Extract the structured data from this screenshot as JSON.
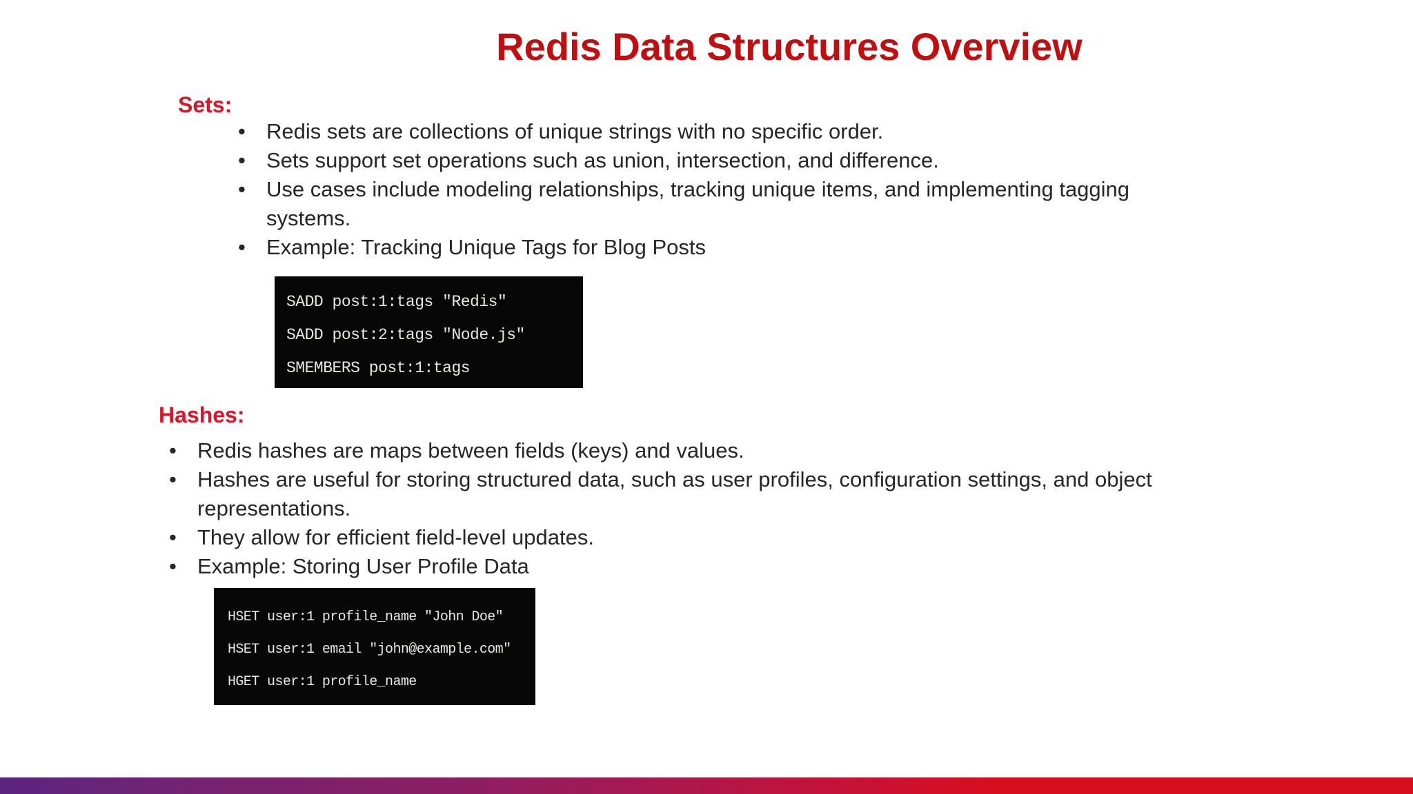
{
  "slide": {
    "title": "Redis Data Structures Overview",
    "sections": [
      {
        "heading": "Sets:",
        "bullets": [
          "Redis sets are collections of unique strings with no specific order.",
          "Sets support set operations such as union, intersection, and difference.",
          "Use cases include modeling relationships, tracking unique items, and implementing tagging systems.",
          "Example: Tracking Unique Tags for Blog Posts"
        ],
        "code": [
          "SADD post:1:tags \"Redis\"",
          "SADD post:2:tags \"Node.js\"",
          "SMEMBERS post:1:tags"
        ]
      },
      {
        "heading": "Hashes:",
        "bullets": [
          "Redis hashes are maps between fields (keys) and values.",
          "Hashes are useful for storing structured data, such as user profiles, configuration settings, and object representations.",
          "They allow for efficient field-level updates.",
          "Example: Storing User Profile Data"
        ],
        "code": [
          "HSET user:1 profile_name \"John Doe\"",
          "HSET user:1 email \"john@example.com\"",
          "HGET user:1 profile_name"
        ]
      }
    ],
    "colors": {
      "title_red": "#c00f10",
      "heading_red": "#d5172c",
      "body_text": "#262626",
      "code_background": "#070707",
      "code_text": "#e9e8e3",
      "bar_gradient_left": "#5c2580",
      "bar_gradient_middle": "#b31647",
      "bar_gradient_right": "#d80e1c"
    }
  }
}
